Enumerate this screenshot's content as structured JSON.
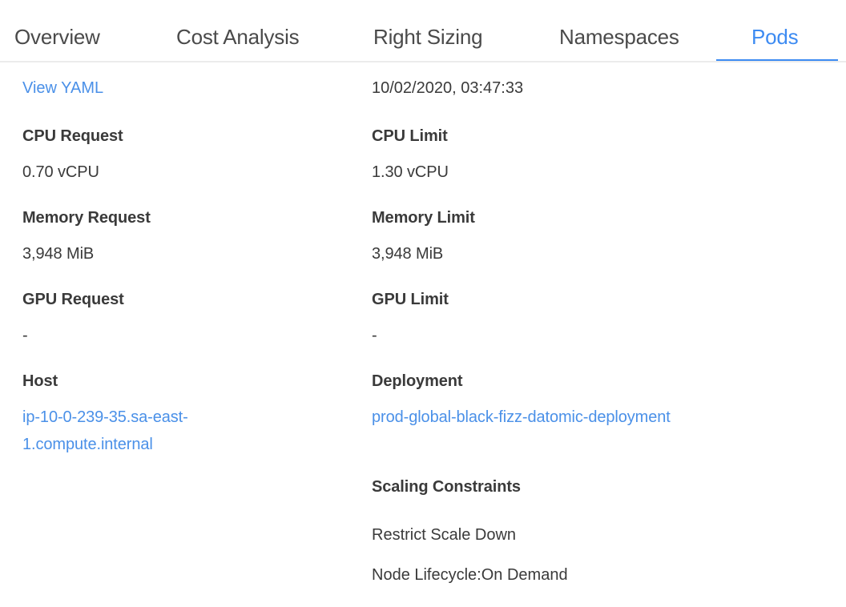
{
  "theme": {
    "accent": "#3d8bf2",
    "link": "#4a90e8",
    "text": "#3a3a3a",
    "divider": "#ececec",
    "background": "#ffffff"
  },
  "tabs": [
    {
      "label": "Overview",
      "active": false
    },
    {
      "label": "Cost Analysis",
      "active": false
    },
    {
      "label": "Right Sizing",
      "active": false
    },
    {
      "label": "Namespaces",
      "active": false
    },
    {
      "label": "Pods",
      "active": true
    }
  ],
  "detail": {
    "view_yaml_link": "View YAML",
    "timestamp": "10/02/2020, 03:47:33",
    "left": {
      "cpu_request_label": "CPU Request",
      "cpu_request_value": "0.70 vCPU",
      "memory_request_label": "Memory Request",
      "memory_request_value": "3,948 MiB",
      "gpu_request_label": "GPU Request",
      "gpu_request_value": "-",
      "host_label": "Host",
      "host_value": "ip-10-0-239-35.sa-east-1.compute.internal"
    },
    "right": {
      "cpu_limit_label": "CPU Limit",
      "cpu_limit_value": "1.30 vCPU",
      "memory_limit_label": "Memory Limit",
      "memory_limit_value": "3,948 MiB",
      "gpu_limit_label": "GPU Limit",
      "gpu_limit_value": "-",
      "deployment_label": "Deployment",
      "deployment_value": "prod-global-black-fizz-datomic-deployment",
      "scaling_constraints_label": "Scaling Constraints",
      "scaling_constraints": [
        "Restrict Scale Down",
        "Node Lifecycle:On Demand"
      ]
    }
  }
}
